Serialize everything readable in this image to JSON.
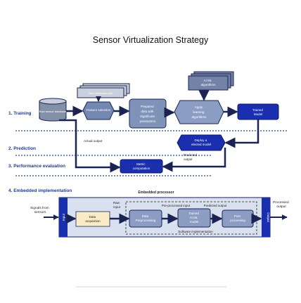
{
  "title": "Sensor Virtualization Strategy",
  "stages": {
    "training": "1.  Training",
    "prediction": "2.  Prediction",
    "evaluation": "3.  Performance evaluation",
    "embedded": "4.  Embedded implementation"
  },
  "training": {
    "datasets_label": "Raw database sets",
    "database_label": "Raw sensor database",
    "feature_selection": "Feature selection",
    "prepared_data": [
      "Prepared",
      "data with",
      "Significant",
      "parameters"
    ],
    "ai_ml_algorithms": [
      "AI ML",
      "algorithms"
    ],
    "apply_learning": [
      "Apply",
      "learning",
      "algorithms"
    ],
    "trained_model": [
      "Trained",
      "Model"
    ]
  },
  "prediction": {
    "deploy_model": [
      "Deploy a",
      "elected model"
    ],
    "actual_output": "Actual output",
    "predicted_output": [
      "Predicted",
      "output"
    ]
  },
  "evaluation": {
    "metric_computation": [
      "Metric",
      "computation"
    ]
  },
  "embedded": {
    "processor_title": "Embedded processor",
    "signals_from_sensors": [
      "Signals from",
      "sensors"
    ],
    "raw_input": [
      "Raw",
      "input"
    ],
    "input_port": "Input",
    "output_port": "Output",
    "data_acquisition": [
      "Data",
      "acquisition"
    ],
    "pre_processed_input": "Pre-processed input",
    "predicted_output": "Predicted output",
    "data_preprocessing": [
      "Data",
      "Preprocessing"
    ],
    "trained_ai_ml_model": [
      "Trained",
      "AI ML",
      "model"
    ],
    "post_processing": [
      "Post",
      "processing"
    ],
    "software_implementation": "Software implementation",
    "processed_output": [
      "Processed",
      "output"
    ]
  },
  "colors": {
    "stage_label": "#1f3b8f",
    "dark_blue": "#1a2fb0",
    "mid_blue": "#7387b0",
    "light_blue": "#9fb3d3",
    "band_fill": "#d9e0f0",
    "data_acq_fill": "#fbecc8"
  }
}
